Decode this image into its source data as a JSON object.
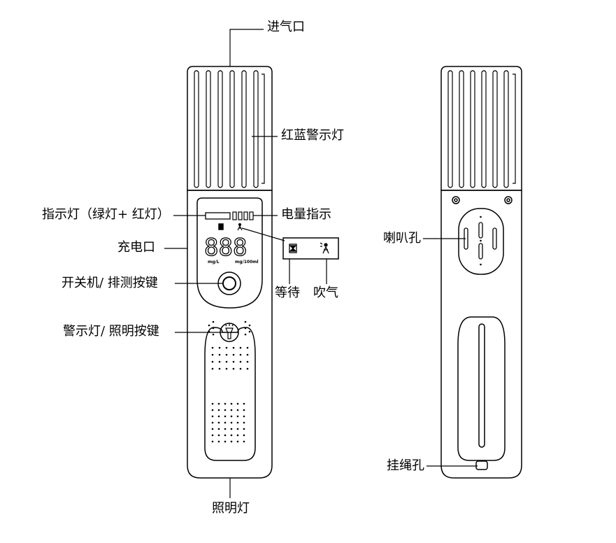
{
  "colors": {
    "line": "#000000",
    "background": "#ffffff"
  },
  "labels": {
    "air_inlet": "进气口",
    "red_blue_warning_light": "红蓝警示灯",
    "indicator_light": "指示灯（绿灯+ 红灯）",
    "battery_indicator": "电量指示",
    "charging_port": "充电口",
    "power_button": "开关机/ 排测按键",
    "wait": "等待",
    "blow": "吹气",
    "warning_lighting_button": "警示灯/ 照明按键",
    "lighting": "照明灯",
    "speaker_hole": "喇叭孔",
    "lanyard_hole": "挂绳孔"
  },
  "lcd": {
    "digits": "888",
    "unit_left": "mg/L",
    "unit_right": "mg/100ml"
  },
  "icons": {
    "wait": "hourglass-icon",
    "blow": "person-blowing-icon",
    "battery": "battery-segments-icon",
    "flashlight": "flashlight-icon"
  }
}
